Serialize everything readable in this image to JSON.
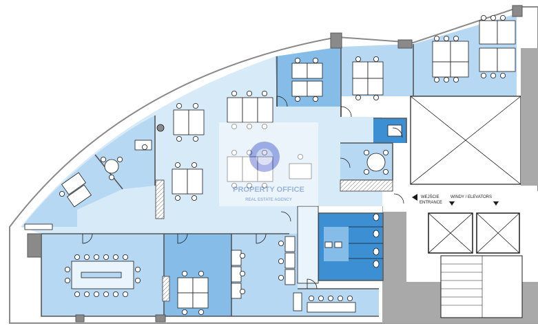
{
  "colors": {
    "room_light": "#d7eaf8",
    "room_mid": "#b7d8f3",
    "room_dark": "#86bde8",
    "room_deep": "#3d8fd4",
    "wall": "#8a8a8a",
    "core": "#a9a9a9",
    "furniture": "#ffffff",
    "line": "#1a1a1a",
    "watermark_text": "#5a7fc8",
    "watermark_circle": "#4455c8"
  },
  "labels": {
    "entrance_pl": "WEJŚCIE",
    "entrance_en": "ENTRANCE",
    "elevators": "WINDY / ELEVATORS"
  },
  "watermark": {
    "name": "PROPERTY OFFICE",
    "tagline": "REAL ESTATE AGENCY"
  },
  "icons": {
    "entrance_arrow": "triangle-left-icon",
    "elevator_arrow": "triangle-down-icon"
  }
}
